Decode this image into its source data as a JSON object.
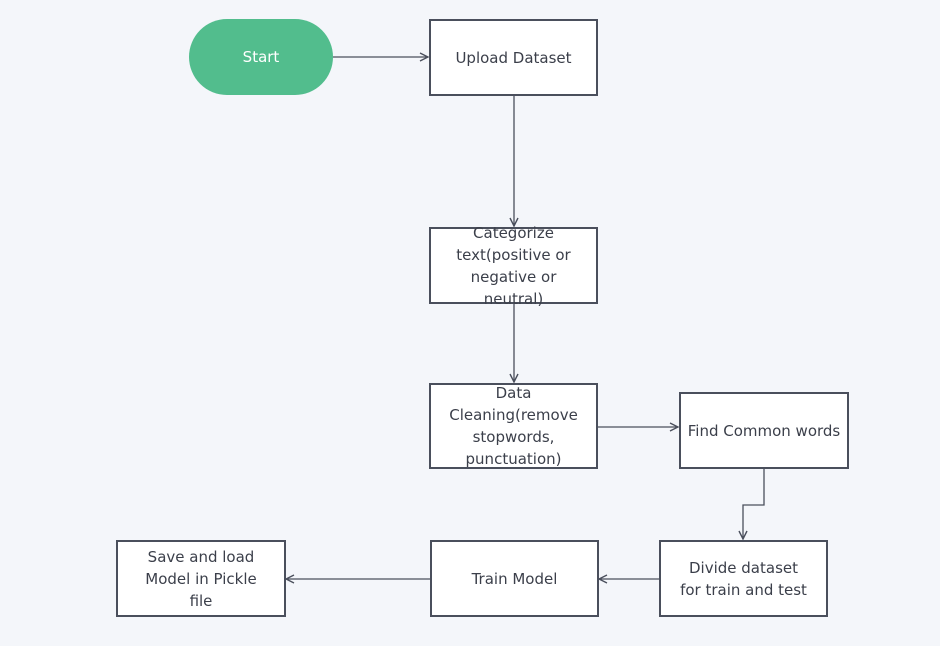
{
  "colors": {
    "background": "#f4f6fa",
    "box_border": "#4a4f5c",
    "box_fill": "#ffffff",
    "text": "#3b3f4a",
    "terminal_fill": "#52bd8d",
    "terminal_text": "#ffffff",
    "connector": "#4a4f5c"
  },
  "nodes": {
    "start": "Start",
    "upload": "Upload Dataset",
    "categorize": "Categorize text(positive or negative or neutral)",
    "cleaning": "Data Cleaning(remove stopwords, punctuation)",
    "common_words": "Find Common words",
    "divide": "Divide dataset for train and test",
    "train": "Train Model",
    "save": "Save and load Model in Pickle file"
  },
  "edges": [
    {
      "from": "start",
      "to": "upload"
    },
    {
      "from": "upload",
      "to": "categorize"
    },
    {
      "from": "categorize",
      "to": "cleaning"
    },
    {
      "from": "cleaning",
      "to": "common_words"
    },
    {
      "from": "common_words",
      "to": "divide"
    },
    {
      "from": "divide",
      "to": "train"
    },
    {
      "from": "train",
      "to": "save"
    }
  ]
}
